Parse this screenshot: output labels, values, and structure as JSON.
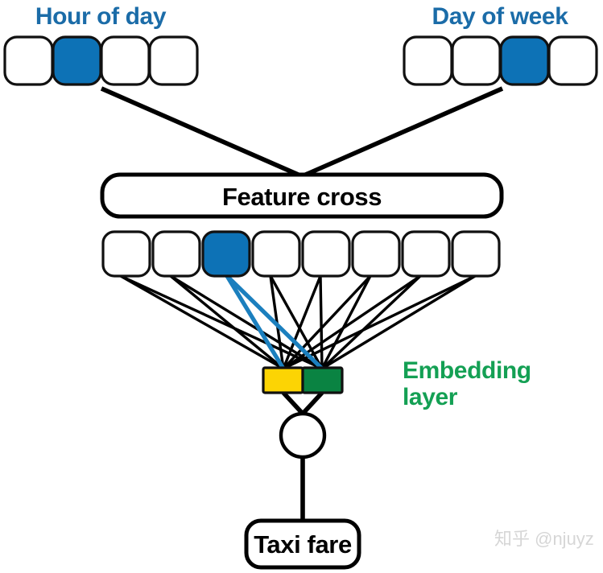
{
  "diagram": {
    "title_hour": "Hour of day",
    "title_day": "Day of week",
    "feature_cross_label": "Feature cross",
    "embedding_label_line1": "Embedding",
    "embedding_label_line2": "layer",
    "output_label": "Taxi fare",
    "watermark": "知乎 @njuyz"
  },
  "colors": {
    "header_blue": "#1b6ca8",
    "cell_active_blue": "#0d72b6",
    "edge_highlight_blue": "#1b7fbe",
    "embedding_yellow": "#fcd404",
    "embedding_green": "#0a8342",
    "embedding_text_green": "#14a054",
    "outline_black": "#000000",
    "background": "#ffffff",
    "watermark_gray": "#d6d6d6"
  },
  "inputs": {
    "hour_of_day": {
      "label": "Hour of day",
      "cell_count": 4,
      "active_index": 1,
      "cells": [
        {
          "index": 0,
          "state": "off"
        },
        {
          "index": 1,
          "state": "on"
        },
        {
          "index": 2,
          "state": "off"
        },
        {
          "index": 3,
          "state": "off"
        }
      ]
    },
    "day_of_week": {
      "label": "Day of week",
      "cell_count": 4,
      "active_index": 2,
      "cells": [
        {
          "index": 0,
          "state": "off"
        },
        {
          "index": 1,
          "state": "off"
        },
        {
          "index": 2,
          "state": "on"
        },
        {
          "index": 3,
          "state": "off"
        }
      ]
    }
  },
  "feature_cross": {
    "label": "Feature cross",
    "cell_count": 8,
    "active_index": 2,
    "cells": [
      {
        "index": 0,
        "state": "off"
      },
      {
        "index": 1,
        "state": "off"
      },
      {
        "index": 2,
        "state": "on"
      },
      {
        "index": 3,
        "state": "off"
      },
      {
        "index": 4,
        "state": "off"
      },
      {
        "index": 5,
        "state": "off"
      },
      {
        "index": 6,
        "state": "off"
      },
      {
        "index": 7,
        "state": "off"
      }
    ]
  },
  "embedding": {
    "label_line1": "Embedding",
    "label_line2": "layer",
    "unit_count": 2,
    "units": [
      {
        "index": 0,
        "color": "#fcd404"
      },
      {
        "index": 1,
        "color": "#0a8342"
      }
    ]
  },
  "output": {
    "neuron": "hidden-neuron",
    "label": "Taxi fare"
  },
  "geometry": {
    "input_cell_w": 59,
    "input_cell_h": 59,
    "cross_cell_w": 62,
    "cross_cell_h": 55
  }
}
